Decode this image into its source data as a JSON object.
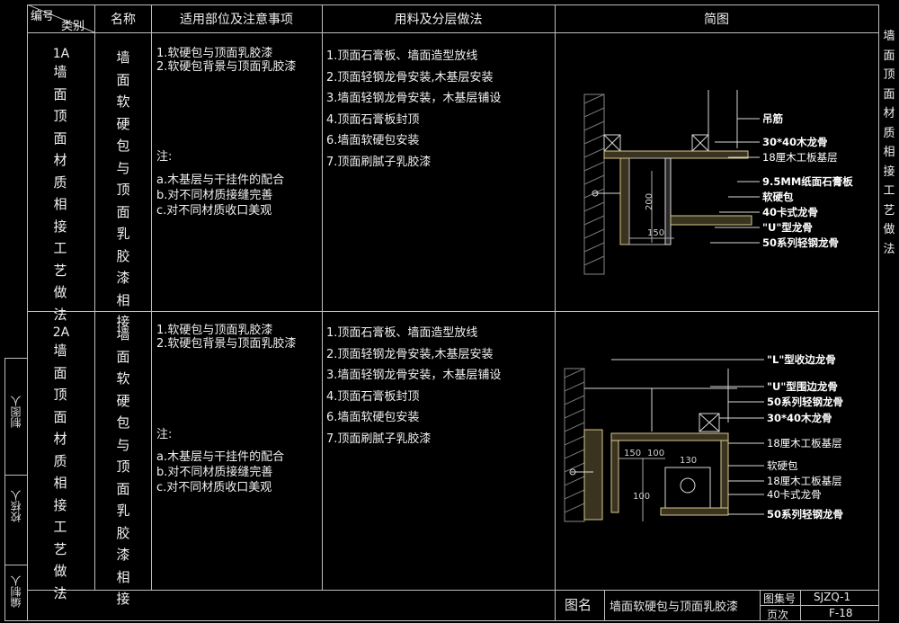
{
  "header": {
    "code": "编号",
    "category": "类别",
    "name": "名称",
    "scope": "适用部位及注意事项",
    "method": "用料及分层做法",
    "diagram": "简图"
  },
  "right_title": "墙面顶面材质相接工艺做法",
  "side_labels": [
    "制图人",
    "校核人",
    "编制人"
  ],
  "rows": [
    {
      "code": "1A",
      "category": "墙面顶面材质相接工艺做法",
      "name": "墙面软硬包与顶面乳胶漆相接",
      "scope_items": [
        "1.软硬包与顶面乳胶漆",
        "2.软硬包背景与顶面乳胶漆"
      ],
      "note_label": "注:",
      "notes": [
        "a.木基层与干挂件的配合",
        "b.对不同材质接缝完善",
        "c.对不同材质收口美观"
      ],
      "steps": [
        "1.顶面石膏板、墙面造型放线",
        "2.顶面轻钢龙骨安装,木基层安装",
        "3.墙面轻钢龙骨安装，木基层铺设",
        "4.顶面石膏板封顶",
        "6.墙面软硬包安装",
        "7.顶面刷腻子乳胶漆"
      ],
      "diagram_labels": [
        "吊筋",
        "30*40木龙骨",
        "18厘木工板基层",
        "9.5MM纸面石膏板",
        "软硬包",
        "40卡式龙骨",
        "\"U\"型龙骨",
        "50系列轻钢龙骨"
      ],
      "diagram_dims": [
        "200",
        "150"
      ]
    },
    {
      "code": "2A",
      "category": "墙面顶面材质相接工艺做法",
      "name": "墙面软硬包与顶面乳胶漆相接",
      "scope_items": [
        "1.软硬包与顶面乳胶漆",
        "2.软硬包背景与顶面乳胶漆"
      ],
      "note_label": "注:",
      "notes": [
        "a.木基层与干挂件的配合",
        "b.对不同材质接缝完善",
        "c.对不同材质收口美观"
      ],
      "steps": [
        "1.顶面石膏板、墙面造型放线",
        "2.顶面轻钢龙骨安装,木基层安装",
        "3.墙面轻钢龙骨安装，木基层铺设",
        "4.顶面石膏板封顶",
        "6.墙面软硬包安装",
        "7.顶面刷腻子乳胶漆"
      ],
      "diagram_labels": [
        "\"L\"型收边龙骨",
        "\"U\"型围边龙骨",
        "50系列轻钢龙骨",
        "30*40木龙骨",
        "18厘木工板基层",
        "软硬包",
        "18厘木工板基层",
        "40卡式龙骨",
        "50系列轻钢龙骨"
      ],
      "diagram_dims": [
        "150",
        "100",
        "130",
        "100"
      ]
    }
  ],
  "footer": {
    "title_label": "图名",
    "title_value": "墙面软硬包与顶面乳胶漆",
    "drawing_no_label": "图集号",
    "drawing_no_value": "SJZQ-1",
    "page_label": "页次",
    "page_value": "F-18"
  }
}
